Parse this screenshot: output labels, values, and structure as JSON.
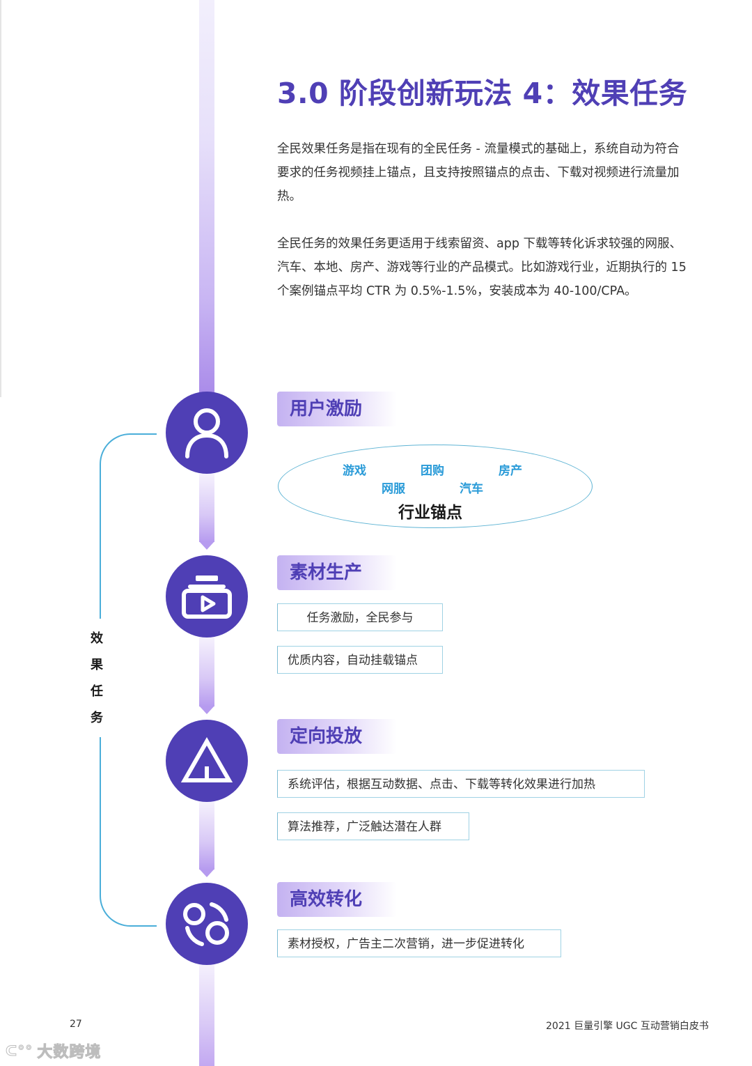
{
  "header": {
    "title": "3.0 阶段创新玩法 4：效果任务"
  },
  "intro": {
    "paragraph_1": "全民效果任务是指在现有的全民任务 - 流量模式的基础上，系统自动为符合要求的任务视频挂上锚点，且支持按照锚点的点击、下载对视频进行流量加热。",
    "paragraph_2": "全民任务的效果任务更适用于线索留资、app 下载等转化诉求较强的网服、汽车、本地、房产、游戏等行业的产品模式。比如游戏行业，近期执行的 15 个案例锚点平均 CTR 为 0.5%-1.5%，安装成本为 40-100/CPA。"
  },
  "diagram": {
    "group_label": [
      "效",
      "果",
      "任",
      "务"
    ],
    "steps": [
      {
        "title": "用户激励",
        "icon": "user-icon",
        "industry_anchor": {
          "caption": "行业锚点",
          "tags": [
            "游戏",
            "团购",
            "房产",
            "网服",
            "汽车"
          ]
        }
      },
      {
        "title": "素材生产",
        "icon": "video-stack-icon",
        "items": [
          "任务激励，全民参与",
          "优质内容，自动挂载锚点"
        ]
      },
      {
        "title": "定向投放",
        "icon": "triangle-target-icon",
        "items": [
          "系统评估，根据互动数据、点击、下载等转化效果进行加热",
          "算法推荐，广泛触达潜在人群"
        ]
      },
      {
        "title": "高效转化",
        "icon": "conversion-cycle-icon",
        "items": [
          "素材授权，广告主二次营销，进一步促进转化"
        ]
      }
    ]
  },
  "footer": {
    "page_number": "27",
    "publication": "2021 巨量引擎 UGC 互动营销白皮书",
    "watermark": "大数跨境",
    "watermark_logo": "ᑕ°°"
  },
  "colors": {
    "primary_purple": "#4f3fb5",
    "tag_blue": "#2a9bd8",
    "bracket_blue": "#4aaed9",
    "box_border": "#9fd2e4"
  }
}
